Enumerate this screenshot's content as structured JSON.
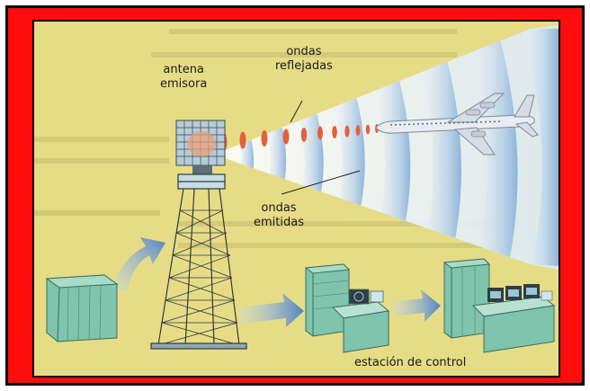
{
  "labels": {
    "antenna_line1": "antena",
    "antenna_line2": "emisora",
    "reflected_line1": "ondas",
    "reflected_line2": "reflejadas",
    "emitted_line1": "ondas",
    "emitted_line2": "emitidas",
    "control_station": "estación de control"
  },
  "colors": {
    "red_frame": "#ff0d0d",
    "page_background": "#e7dc86",
    "wave_blue": "#8fb8df",
    "reflected_wave": "#e0623a",
    "arrow_blue": "#5f8fc8",
    "equipment_green": "#8fc8b0"
  },
  "icons": [
    "radar-antenna-icon",
    "lattice-tower-icon",
    "airplane-icon",
    "transmitter-cabinet-icon",
    "receiver-console-icon",
    "control-console-icon"
  ]
}
